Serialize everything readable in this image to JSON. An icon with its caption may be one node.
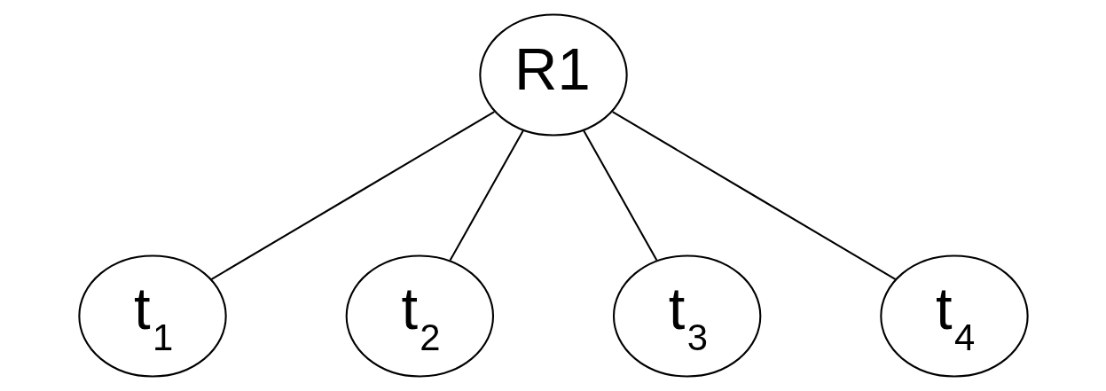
{
  "diagram": {
    "nodes": [
      {
        "text": [
          "R1"
        ]
      },
      {
        "text": [
          "t$_{1}$"
        ]
      },
      {
        "text": [
          "t$_{2}$"
        ]
      },
      {
        "text": [
          "t$_{3}$"
        ]
      },
      {
        "text": [
          "t$_{4}$"
        ]
      }
    ],
    "edges": [
      {
        "from": 0,
        "to": 1,
        "arrow": "none"
      },
      {
        "from": 0,
        "to": 2,
        "arrow": "none"
      },
      {
        "from": 0,
        "to": 3,
        "arrow": "none"
      },
      {
        "from": 0,
        "to": 4,
        "arrow": "none"
      }
    ]
  }
}
